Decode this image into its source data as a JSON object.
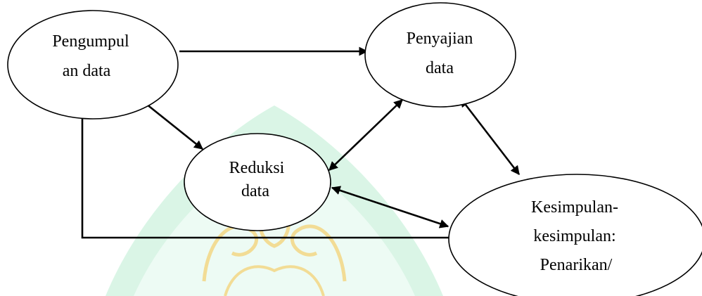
{
  "nodes": {
    "pengumpulan": {
      "line1": "Pengumpul",
      "line2": "an data"
    },
    "penyajian": {
      "line1": "Penyajian",
      "line2": "data"
    },
    "reduksi": {
      "line1": "Reduksi",
      "line2": "data"
    },
    "kesimpulan": {
      "line1": "Kesimpulan-",
      "line2": "kesimpulan:",
      "line3": "Penarikan/"
    }
  },
  "colors": {
    "stroke": "#000000",
    "background": "#ffffff",
    "watermark_green": "#c8f2dc",
    "watermark_gold": "#f6e2a4"
  },
  "watermark": "logo-watermark"
}
